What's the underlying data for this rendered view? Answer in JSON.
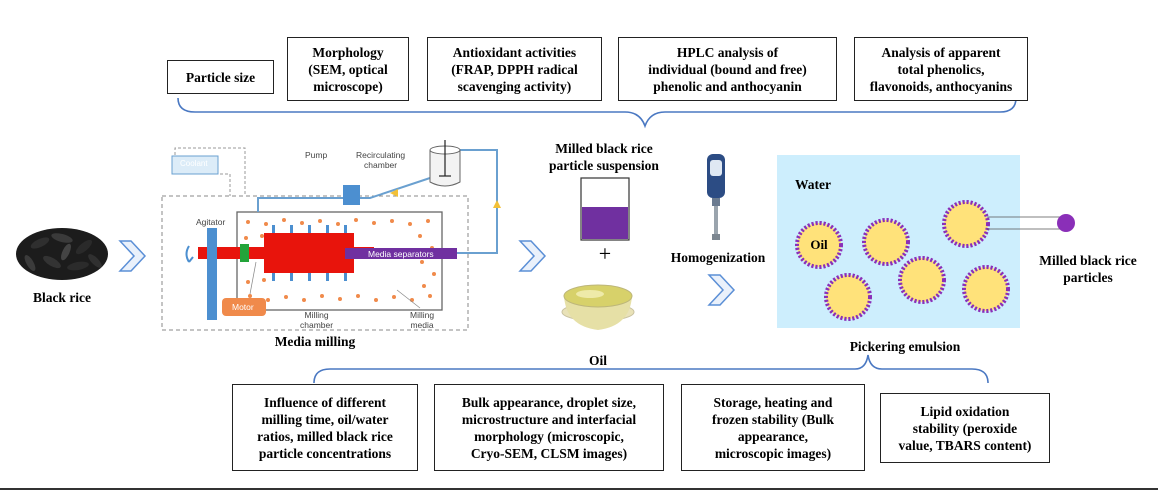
{
  "top_boxes": {
    "particle_size": "Particle size",
    "morphology": "Morphology\n(SEM, optical\nmicroscope)",
    "antioxidant": "Antioxidant activities\n(FRAP, DPPH radical\nscavenging activity)",
    "hplc": "HPLC analysis of\nindividual (bound and free)\nphenolic and anthocyanin",
    "phenolics": "Analysis of apparent\ntotal phenolics,\nflavonoids, anthocyanins"
  },
  "bottom_boxes": {
    "influence": "Influence of different\nmilling time, oil/water\nratios, milled black rice\nparticle concentrations",
    "bulk": "Bulk appearance, droplet size,\nmicrostructure and interfacial\nmorphology (microscopic,\nCryo-SEM, CLSM images)",
    "storage": "Storage, heating and\nfrozen stability (Bulk\nappearance,\nmicroscopic images)",
    "lipid": "Lipid oxidation\nstability (peroxide\nvalue, TBARS content)"
  },
  "labels": {
    "black_rice": "Black rice",
    "media_milling": "Media milling",
    "suspension": "Milled black rice\nparticle suspension",
    "plus": "+",
    "oil": "Oil",
    "homogenization": "Homogenization",
    "pickering": "Pickering emulsion",
    "water": "Water",
    "oil_droplet": "Oil",
    "particles": "Milled black rice\nparticles"
  },
  "mill_labels": {
    "coolant": "Coolant",
    "pump": "Pump",
    "recirculating": "Recirculating\nchamber",
    "agitator": "Agitator",
    "media_separators": "Media separators",
    "motor": "Motor",
    "milling_chamber": "Milling\nchamber",
    "milling_media": "Milling\nmedia"
  },
  "colors": {
    "bracket": "#4a78c2",
    "chevron": "#5b8fd6",
    "suspension": "#7030a0",
    "droplet_fill": "#ffe27a",
    "droplet_ring": "#8a2fb8",
    "emulsion_bg": "#cdeefd",
    "mill_red": "#e8140c",
    "mill_blue": "#4c8fd0",
    "motor": "#f08a4b"
  },
  "icons": [
    "black-rice-image",
    "oil-bowl-image",
    "homogenizer-image",
    "chevron-arrow-icon"
  ]
}
